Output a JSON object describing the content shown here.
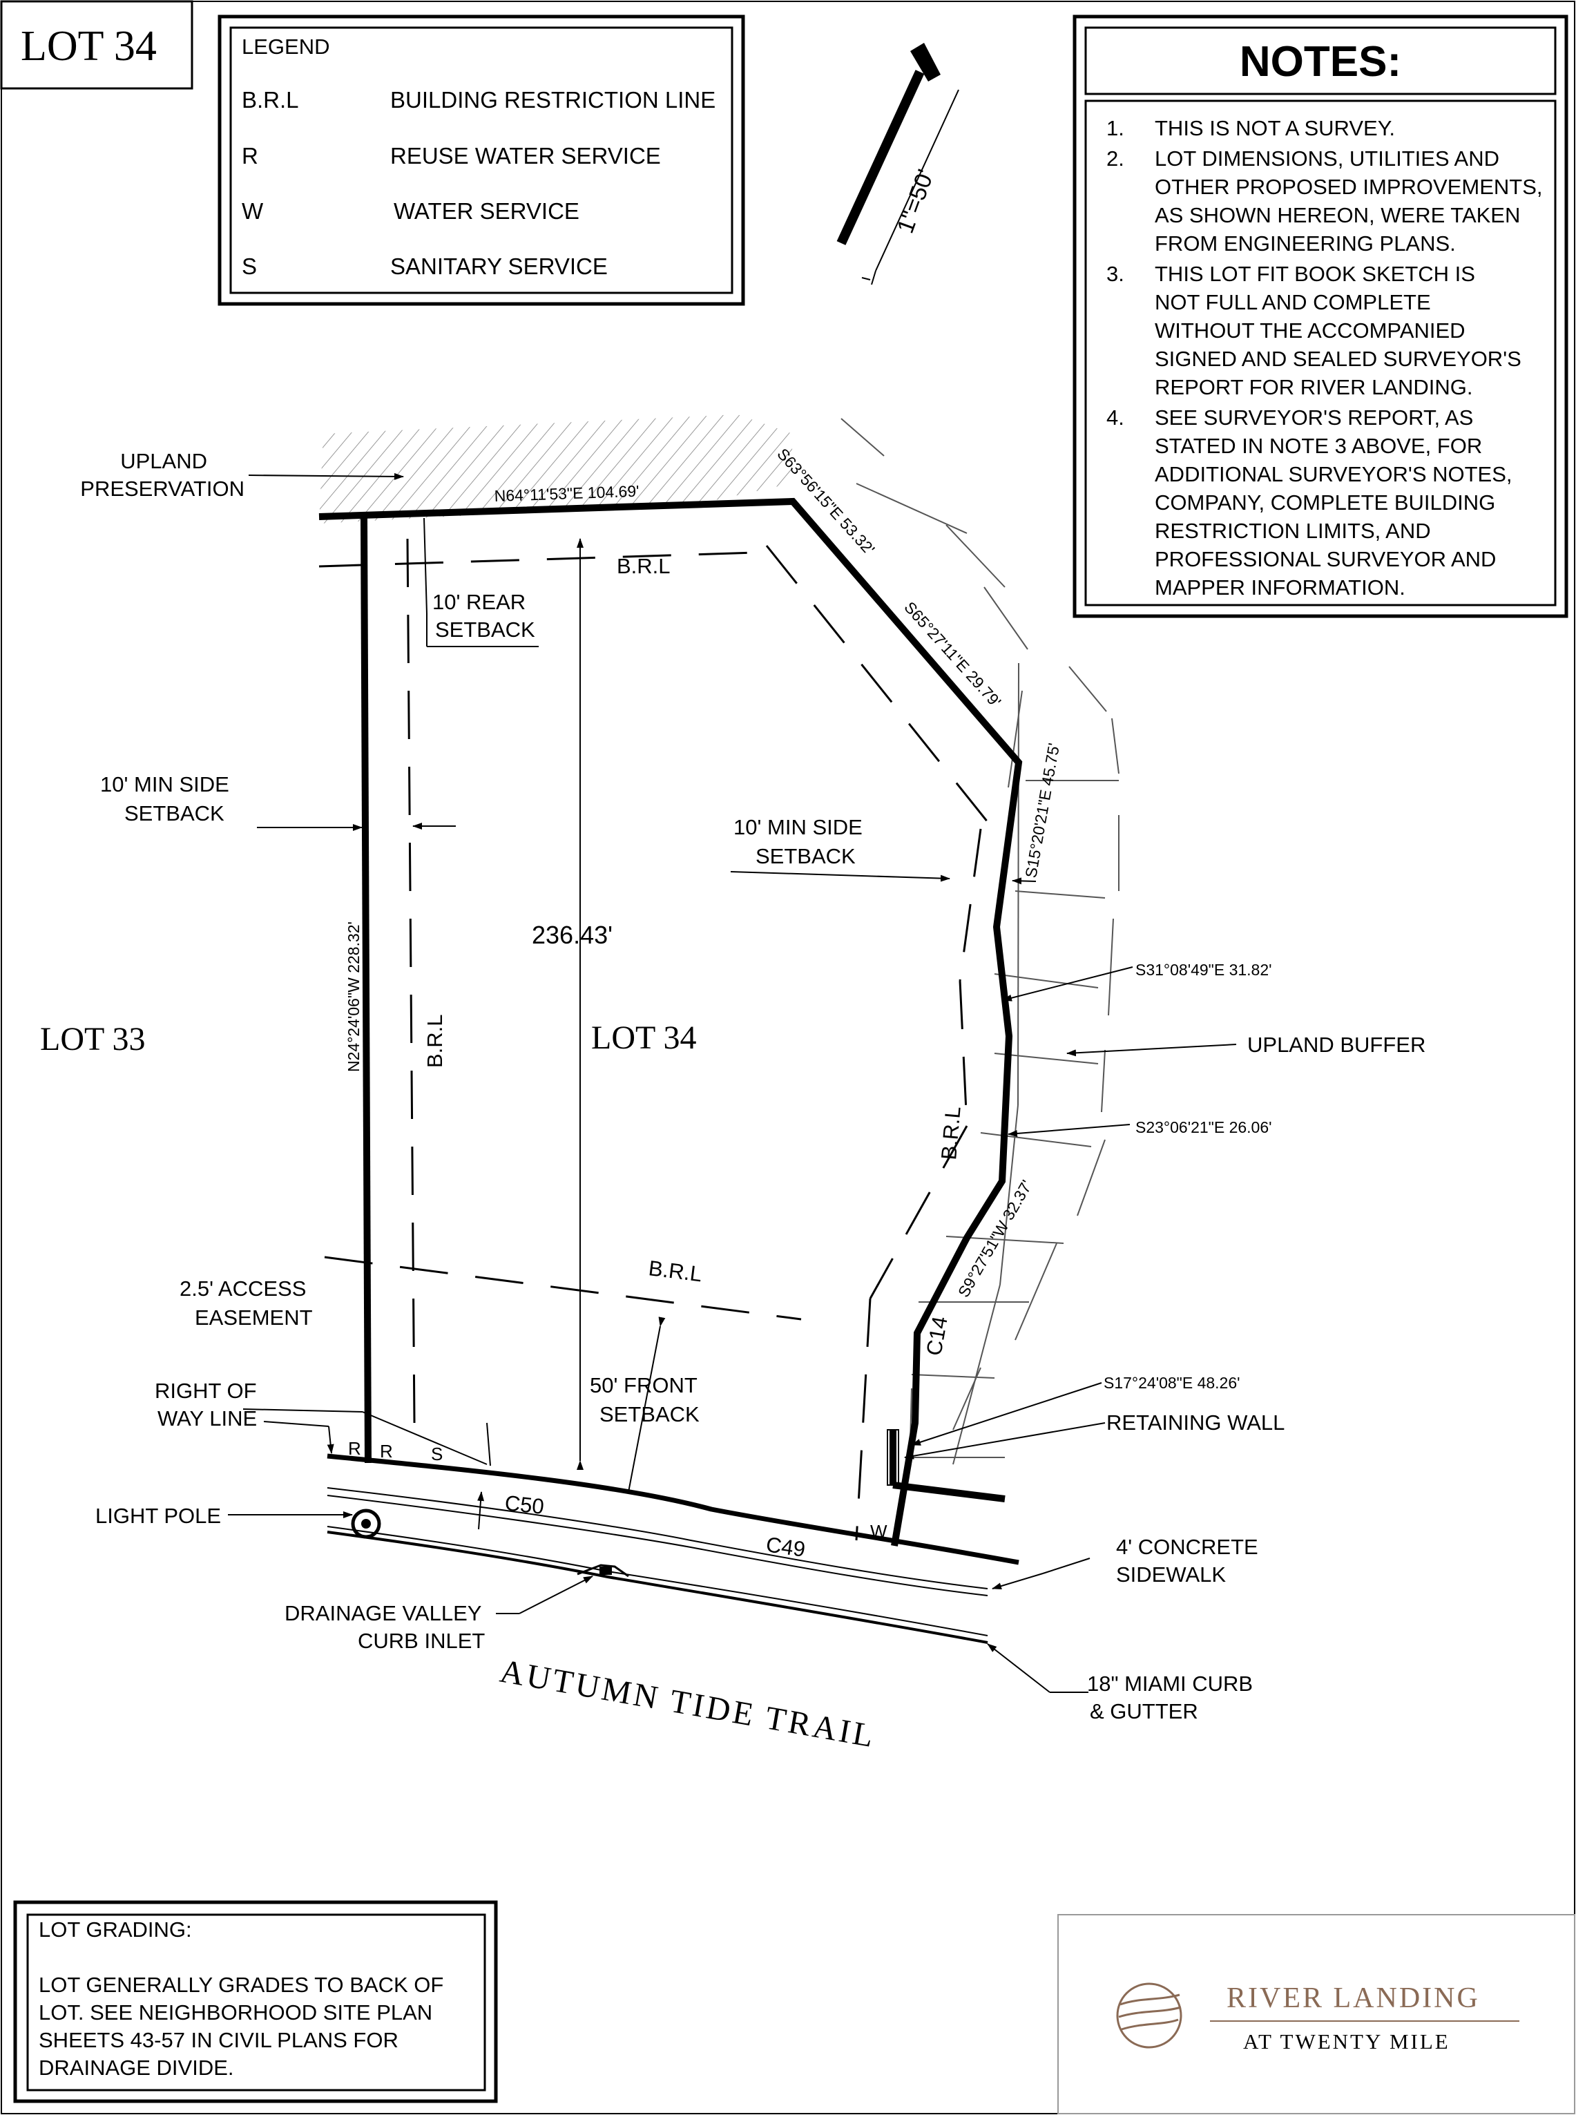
{
  "title_box": {
    "label": "LOT 34"
  },
  "legend": {
    "heading": "LEGEND",
    "items": [
      {
        "code": "B.R.L",
        "meaning": "BUILDING RESTRICTION LINE"
      },
      {
        "code": "R",
        "meaning": "REUSE WATER SERVICE"
      },
      {
        "code": "W",
        "meaning": "WATER SERVICE"
      },
      {
        "code": "S",
        "meaning": "SANITARY SERVICE"
      }
    ]
  },
  "scale": {
    "label": "1\"=50'"
  },
  "notes": {
    "heading": "NOTES:",
    "items": [
      {
        "num": "1.",
        "lines": [
          "THIS IS NOT A SURVEY."
        ]
      },
      {
        "num": "2.",
        "lines": [
          "LOT DIMENSIONS, UTILITIES AND",
          "OTHER PROPOSED IMPROVEMENTS,",
          "AS SHOWN HEREON, WERE TAKEN",
          "FROM ENGINEERING PLANS."
        ]
      },
      {
        "num": "3.",
        "lines": [
          "THIS LOT FIT BOOK SKETCH IS",
          "NOT FULL AND COMPLETE",
          "WITHOUT THE ACCOMPANIED",
          "SIGNED AND SEALED SURVEYOR'S",
          "REPORT FOR RIVER LANDING."
        ]
      },
      {
        "num": "4.",
        "lines": [
          "SEE SURVEYOR'S REPORT, AS",
          "STATED IN NOTE 3 ABOVE, FOR",
          "ADDITIONAL SURVEYOR'S NOTES,",
          "COMPANY, COMPLETE BUILDING",
          "RESTRICTION LIMITS, AND",
          "PROFESSIONAL SURVEYOR AND",
          "MAPPER INFORMATION."
        ]
      }
    ]
  },
  "plan": {
    "lot_labels": {
      "lot33": "LOT 33",
      "lot34": "LOT 34"
    },
    "upland_preservation": [
      "UPLAND",
      "PRESERVATION"
    ],
    "rear_setback": [
      "10' REAR",
      "SETBACK"
    ],
    "min_side_setback_left": [
      "10' MIN SIDE",
      "SETBACK"
    ],
    "min_side_setback_right": [
      "10' MIN SIDE",
      "SETBACK"
    ],
    "depth_dim": "236.43'",
    "brl": "B.R.L",
    "bearings": {
      "north": "N64°11'53\"E 104.69'",
      "ne1": "S63°56'15\"E 53.32'",
      "ne2": "S65°27'11\"E 29.79'",
      "east1": "S15°20'21\"E 45.75'",
      "west": "N24°24'06\"W 228.32'",
      "east2": "S31°08'49\"E 31.82'",
      "east3": "S23°06'21\"E 26.06'",
      "southeast": "S9°27'51\"W 32.37'",
      "retaining": "S17°24'08\"E 48.26'"
    },
    "upland_buffer": "UPLAND BUFFER",
    "access_easement": [
      "2.5' ACCESS",
      "EASEMENT"
    ],
    "right_of_way": [
      "RIGHT OF",
      "WAY LINE"
    ],
    "front_setback": [
      "50' FRONT",
      "SETBACK"
    ],
    "curves": {
      "c14": "C14",
      "c49": "C49",
      "c50": "C50"
    },
    "retaining_wall": "RETAINING WALL",
    "light_pole": "LIGHT POLE",
    "sidewalk": [
      "4' CONCRETE",
      "SIDEWALK"
    ],
    "drainage": [
      "DRAINAGE VALLEY",
      "CURB INLET"
    ],
    "curb": [
      "18\" MIAMI CURB",
      "& GUTTER"
    ],
    "street": "AUTUMN TIDE TRAIL",
    "services": {
      "r1": "R",
      "r2": "R",
      "s": "S",
      "w": "W"
    }
  },
  "grading": {
    "heading": "LOT GRADING:",
    "lines": [
      "LOT GENERALLY GRADES TO BACK OF",
      "LOT. SEE NEIGHBORHOOD SITE PLAN",
      "SHEETS 43-57 IN CIVIL PLANS FOR",
      "DRAINAGE DIVIDE."
    ]
  },
  "logo": {
    "name": "RIVER LANDING",
    "sub": "AT TWENTY MILE",
    "color": "#8a6a55"
  }
}
